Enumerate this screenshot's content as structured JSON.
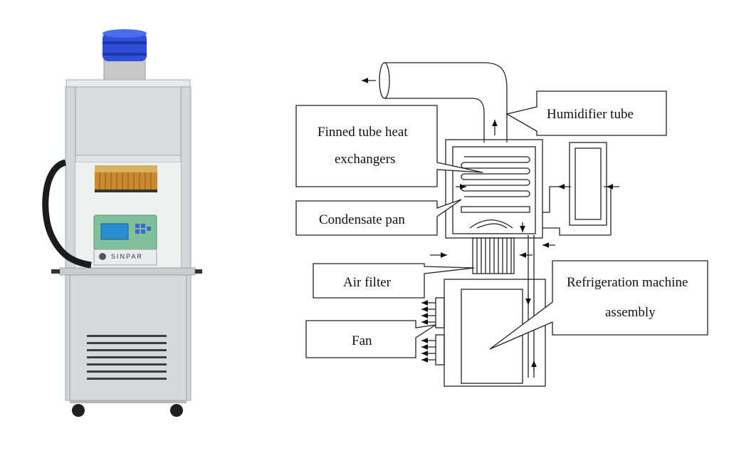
{
  "photo": {
    "brand_label": "SINPAR",
    "colors": {
      "cap": "#2f4fd6",
      "body": "#d8dbdc",
      "filter": "#c98a2e",
      "panel": "#7fbf9a",
      "screen": "#2a8fd0"
    }
  },
  "diagram": {
    "labels": {
      "finned_tube_line1": "Finned tube heat",
      "finned_tube_line2": "exchangers",
      "condensate_pan": "Condensate pan",
      "air_filter": "Air filter",
      "fan": "Fan",
      "humidifier_tube": "Humidifier tube",
      "refrigeration_line1": "Refrigeration machine",
      "refrigeration_line2": "assembly"
    }
  }
}
